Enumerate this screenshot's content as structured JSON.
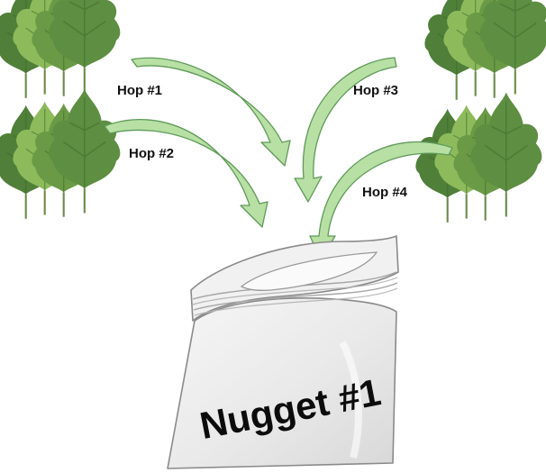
{
  "labels": {
    "hop1": "Hop #1",
    "hop2": "Hop #2",
    "hop3": "Hop #3",
    "hop4": "Hop #4",
    "bag": "Nugget #1"
  },
  "colors": {
    "leaf_dark": "#4f7f38",
    "leaf_mid": "#6a9a45",
    "leaf_light": "#8dbb5c",
    "leaf_front": "#5d8e41",
    "arrow_fill": "#b8e0a4",
    "arrow_stroke": "#5e9a58",
    "bag_body": "#eeeeee",
    "bag_edge": "#8a8a8a",
    "text": "#111111"
  },
  "icons": {
    "leaf_cluster": "hop-leaf-cluster-icon",
    "arrow": "curved-arrow-icon",
    "bag": "zip-bag-icon"
  }
}
